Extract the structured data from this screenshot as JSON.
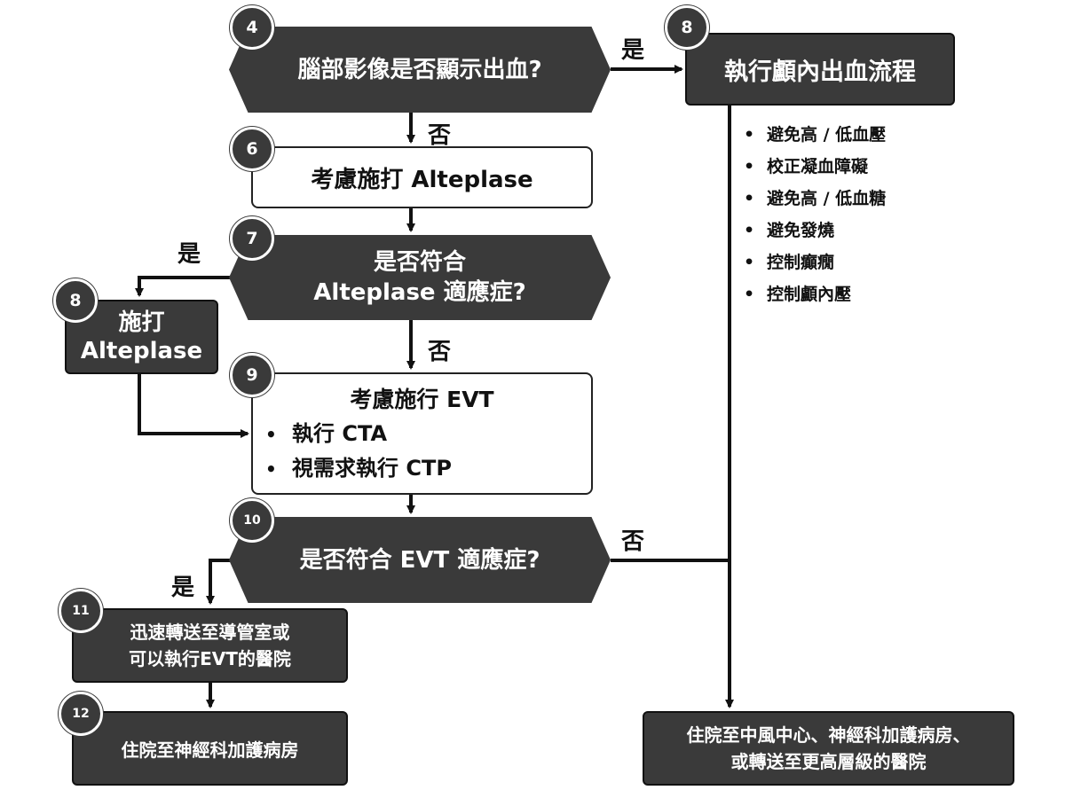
{
  "nodes": {
    "n4": {
      "badge": "4",
      "text": "腦部影像是否顯示出血?"
    },
    "n8_right": {
      "badge": "8",
      "text": "執行顱內出血流程"
    },
    "n6": {
      "badge": "6",
      "text": "考慮施打 Alteplase"
    },
    "n7": {
      "badge": "7",
      "line1": "是否符合",
      "line2": "Alteplase 適應症?"
    },
    "n8_left": {
      "badge": "8",
      "line1": "施打",
      "line2": "Alteplase"
    },
    "n9": {
      "badge": "9",
      "title": "考慮施行 EVT",
      "items": [
        "執行 CTA",
        "視需求執行 CTP"
      ]
    },
    "n10": {
      "badge": "10",
      "text": "是否符合 EVT 適應症?"
    },
    "n11": {
      "badge": "11",
      "line1": "迅速轉送至導管室或",
      "line2": "可以執行EVT的醫院"
    },
    "n12": {
      "badge": "12",
      "text": "住院至神經科加護病房"
    },
    "final_right": {
      "line1": "住院至中風中心、神經科加護病房、",
      "line2": "或轉送至更高層級的醫院"
    }
  },
  "hemorrhage_steps": [
    "避免高 / 低血壓",
    "校正凝血障礙",
    "避免高 / 低血糖",
    "避免發燒",
    "控制癲癇",
    "控制顱內壓"
  ],
  "edge_labels": {
    "yes": "是",
    "no": "否"
  },
  "bullet": "•",
  "colors": {
    "node_dark": "#3a3a3a",
    "line": "#111111"
  }
}
